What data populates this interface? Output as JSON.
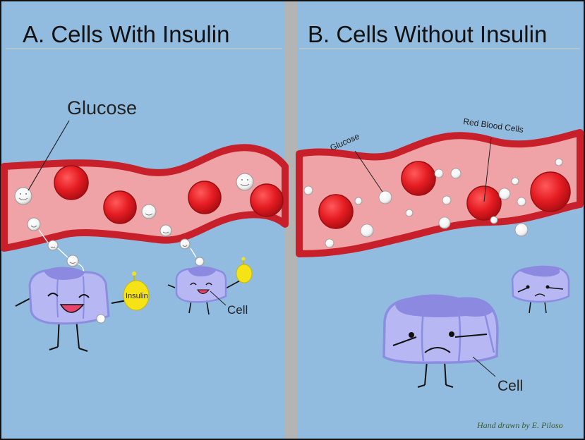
{
  "panels": [
    {
      "title": "A. Cells With Insulin"
    },
    {
      "title": "B. Cells Without Insulin"
    }
  ],
  "labels": {
    "glucose_a": "Glucose",
    "insulin": "Insulin",
    "cell_a": "Cell",
    "glucose_b": "Glucose",
    "red_blood_cells": "Red Blood Cells",
    "cell_b": "Cell"
  },
  "credit": "Hand drawn by E. Piloso",
  "colors": {
    "background": "#91bce0",
    "vessel_wall": "#c8202a",
    "vessel_fill": "#f0a3a6",
    "red_blood_cell": "#e41c22",
    "cell_body": "#b7b7f4",
    "cell_shade": "#8b89e0",
    "insulin": "#f5e317",
    "divider": "#b4b4b4"
  }
}
